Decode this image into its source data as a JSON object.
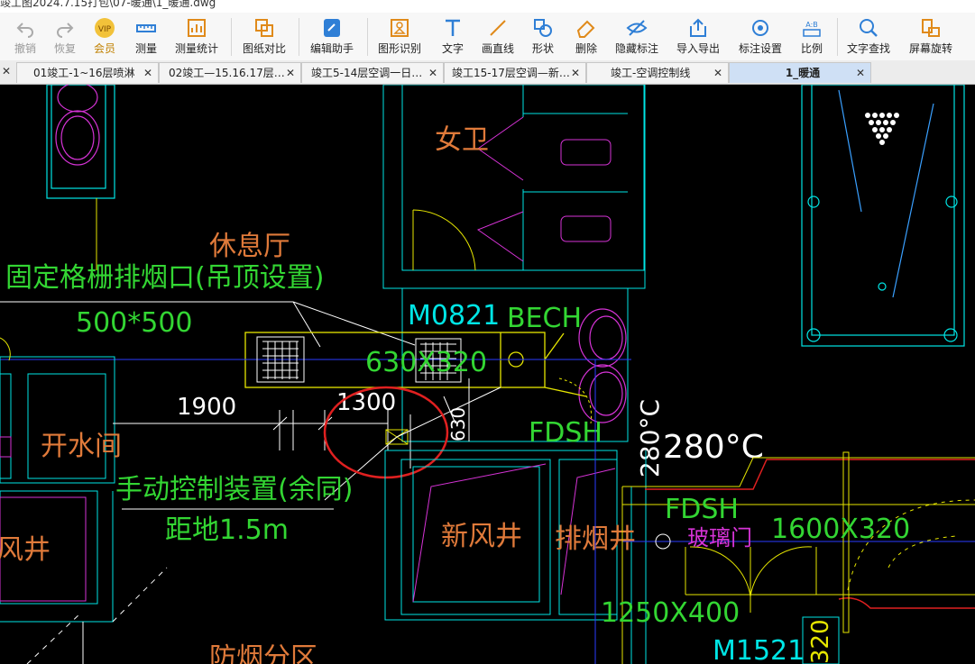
{
  "window": {
    "title": "竣工图2024.7.15打包\\07-暖通\\1_暖通.dwg"
  },
  "toolbar": {
    "items": [
      {
        "id": "undo",
        "label": "撤销",
        "icon": "undo-icon",
        "disabled": true
      },
      {
        "id": "redo",
        "label": "恢复",
        "icon": "redo-icon",
        "disabled": true
      },
      {
        "id": "vip",
        "label": "会员",
        "icon": "vip-icon",
        "badge": "VIP"
      },
      {
        "id": "measure",
        "label": "测量",
        "icon": "ruler-icon"
      },
      {
        "id": "measure-stat",
        "label": "测量统计",
        "icon": "chart-icon"
      },
      {
        "id": "compare",
        "label": "图纸对比",
        "icon": "compare-icon"
      },
      {
        "id": "edit-assist",
        "label": "编辑助手",
        "icon": "edit-assistant-icon"
      },
      {
        "id": "shape-recog",
        "label": "图形识别",
        "icon": "shape-recognize-icon"
      },
      {
        "id": "text",
        "label": "文字",
        "icon": "text-icon"
      },
      {
        "id": "line",
        "label": "画直线",
        "icon": "line-icon"
      },
      {
        "id": "shape",
        "label": "形状",
        "icon": "shape-icon"
      },
      {
        "id": "delete",
        "label": "删除",
        "icon": "eraser-icon"
      },
      {
        "id": "hide-annot",
        "label": "隐藏标注",
        "icon": "eye-hide-icon"
      },
      {
        "id": "import-export",
        "label": "导入导出",
        "icon": "export-icon"
      },
      {
        "id": "annot-settings",
        "label": "标注设置",
        "icon": "settings-icon"
      },
      {
        "id": "scale",
        "label": "比例",
        "icon": "scale-icon",
        "badge": "A:B"
      },
      {
        "id": "text-find",
        "label": "文字查找",
        "icon": "text-search-icon"
      },
      {
        "id": "rotate",
        "label": "屏幕旋转",
        "icon": "rotate-icon"
      }
    ]
  },
  "tabs": [
    {
      "label": "01竣工-1~16层喷淋",
      "active": false
    },
    {
      "label": "02竣工—15.16.17层…",
      "active": false
    },
    {
      "label": "竣工5-14层空调一日…",
      "active": false
    },
    {
      "label": "竣工15-17层空调—新…",
      "active": false
    },
    {
      "label": "竣工-空调控制线",
      "active": false
    },
    {
      "label": "1_暖通",
      "active": true
    }
  ],
  "drawing": {
    "rooms": {
      "womens_wc": "女卫",
      "lounge": "休息厅",
      "water_room": "开水间",
      "fresh_air_shaft": "新风井",
      "exhaust_shaft": "排烟井",
      "left_shaft": "风井",
      "smoke_zone": "防烟分区"
    },
    "annotations": {
      "grille_title": "固定格栅排烟口(吊顶设置)",
      "grille_size": "500*500",
      "door_code": "M0821",
      "bech": "BECH",
      "duct_size_main": "630X320",
      "dim_1900": "1900",
      "dim_1300": "1300",
      "dim_630": "630",
      "fdsh_1": "FDSH",
      "fdsh_2": "FDSH",
      "temp_small": "280°C",
      "temp_large": "280°C",
      "manual_title": "手动控制装置(余同)",
      "manual_height": "距地1.5m",
      "glass_door": "玻璃门",
      "duct_1600": "1600X320",
      "duct_1250": "1250X400",
      "door_m1521": "M1521",
      "dim_320": "320"
    },
    "colors": {
      "cyan": "#00e5e5",
      "green": "#33d633",
      "yellow": "#e6e600",
      "magenta": "#d633d6",
      "red": "#ff2a2a",
      "blue": "#2a3cff",
      "white": "#ffffff",
      "orange": "#ff8c1a",
      "highlight_circle": "#e02020"
    }
  }
}
